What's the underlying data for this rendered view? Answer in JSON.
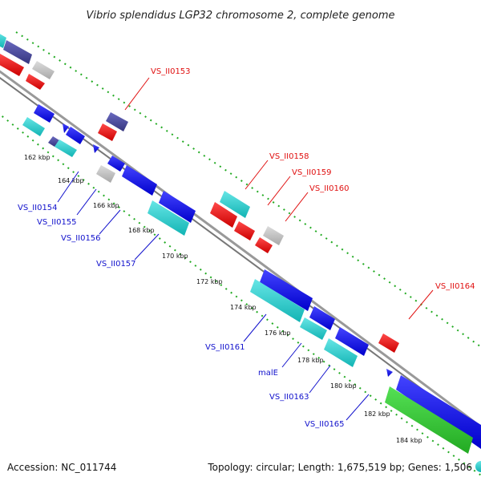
{
  "title": "Vibrio splendidus LGP32 chromosome 2, complete genome",
  "accession": "Accession: NC_011744",
  "topology": "Topology: circular; Length: 1,675,519 bp; Genes: 1,506",
  "colors": {
    "forward_cds": "#1a1aee",
    "reverse_cds": "#ee1a1a",
    "rna_or_other": "#22cccc",
    "gray_feature": "#bdbdbd",
    "slate_feature": "#4a4aa0",
    "green_feature": "#33cc33",
    "backbone": "#888888",
    "tick": "#22aa22",
    "label_red": "#e01010",
    "label_blue": "#1010cc"
  },
  "kbp_ticks": [
    "162 kbp",
    "164 kbp",
    "166 kbp",
    "168 kbp",
    "170 kbp",
    "172 kbp",
    "174 kbp",
    "176 kbp",
    "178 kbp",
    "180 kbp",
    "182 kbp",
    "184 kbp"
  ],
  "red_labels": [
    "VS_II0153",
    "VS_II0158",
    "VS_II0159",
    "VS_II0160",
    "VS_II0164"
  ],
  "blue_labels": [
    "VS_II0154",
    "VS_II0155",
    "VS_II0156",
    "VS_II0157",
    "VS_II0161",
    "malE",
    "VS_II0163",
    "VS_II0165"
  ]
}
